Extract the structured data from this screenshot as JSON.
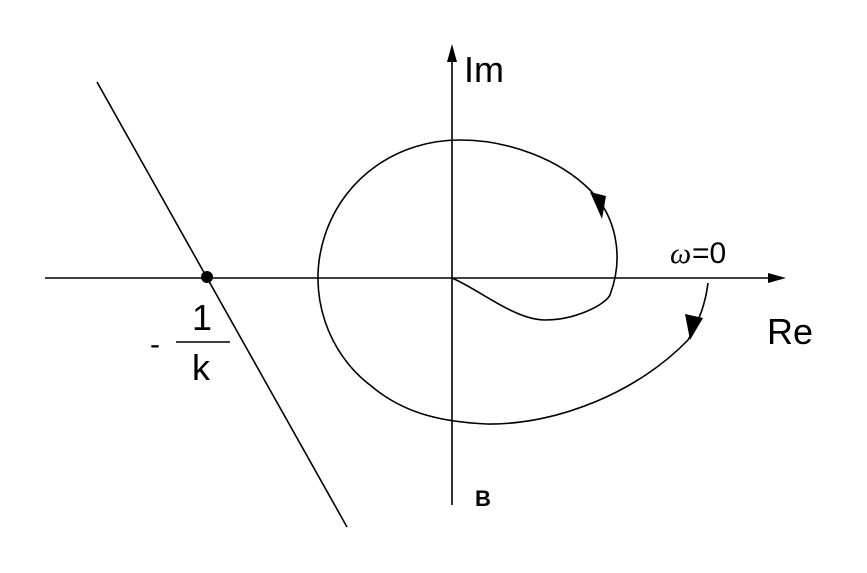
{
  "labels": {
    "imag_axis": "Im",
    "real_axis": "Re",
    "omega_symbol": "ω",
    "omega_value": "=0",
    "point_sign": "-",
    "point_numerator": "1",
    "point_denominator": "k",
    "panel_letter": "B"
  },
  "colors": {
    "stroke": "#000000",
    "background": "#ffffff"
  }
}
